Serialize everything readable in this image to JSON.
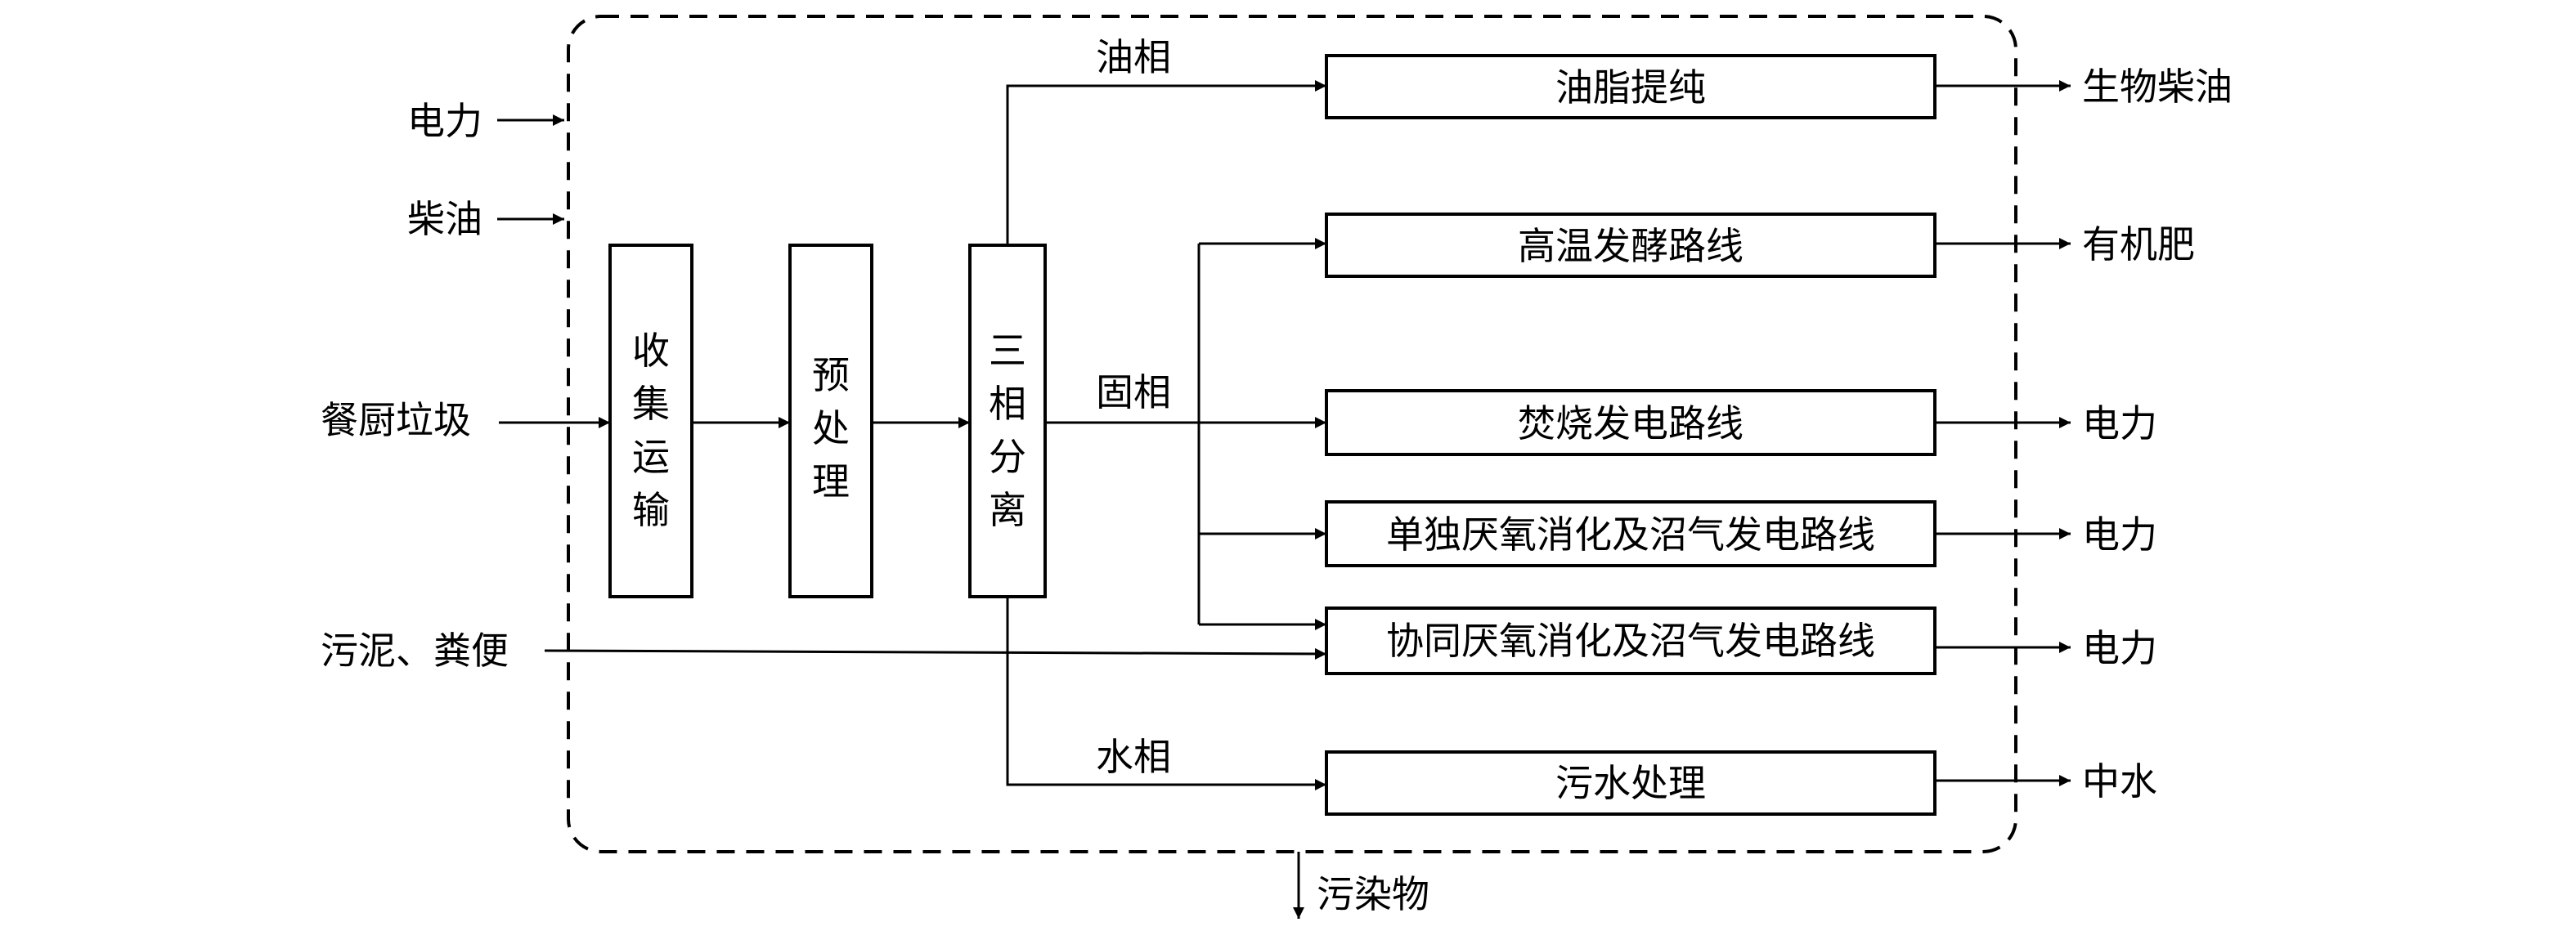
{
  "inputs": {
    "electricity": "电力",
    "diesel": "柴油",
    "food_waste": "餐厨垃圾",
    "sludge_manure": "污泥、粪便"
  },
  "process": {
    "collection_transport": [
      "收",
      "集",
      "运",
      "输"
    ],
    "pretreatment": [
      "预",
      "处",
      "理"
    ],
    "three_phase_separation": [
      "三",
      "相",
      "分",
      "离"
    ]
  },
  "phases": {
    "oil_phase": "油相",
    "solid_phase": "固相",
    "water_phase": "水相"
  },
  "routes": {
    "oil_purification": "油脂提纯",
    "high_temp_fermentation": "高温发酵路线",
    "incineration_power": "焚烧发电路线",
    "anaerobic_single": "单独厌氧消化及沼气发电路线",
    "anaerobic_codigestion": "协同厌氧消化及沼气发电路线",
    "wastewater_treatment": "污水处理"
  },
  "outputs": {
    "biodiesel": "生物柴油",
    "organic_fertilizer": "有机肥",
    "power_1": "电力",
    "power_2": "电力",
    "power_3": "电力",
    "reclaimed_water": "中水",
    "pollutants": "污染物"
  }
}
